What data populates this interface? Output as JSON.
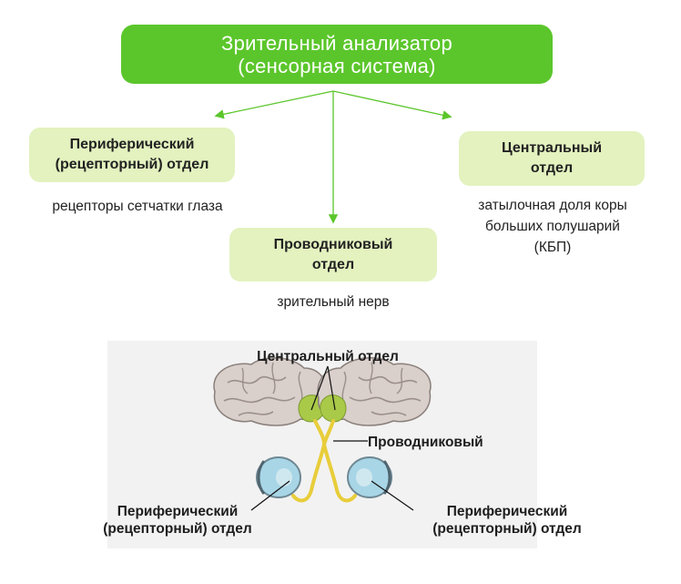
{
  "title": {
    "line1": "Зрительный анализатор",
    "line2": "(сенсорная система)"
  },
  "colors": {
    "accent": "#5bc62b",
    "box_fill": "#e3f2bf",
    "arrow": "#5bc62b",
    "nerve": "#e8cd3a",
    "eye": "#a8d6e6"
  },
  "peripheral": {
    "line1": "Периферический",
    "line2": "(рецепторный) отдел",
    "description": "рецепторы сетчатки глаза"
  },
  "central": {
    "line1": "Центральный",
    "line2": "отдел",
    "description_lines": [
      "затылочная доля коры",
      "больших полушарий",
      "(КБП)"
    ]
  },
  "conductive": {
    "line1": "Проводниковый",
    "line2": "отдел",
    "description": "зрительный нерв"
  },
  "illustration": {
    "label_central": "Центральный отдел",
    "label_conductive": "Проводниковый",
    "label_left_line1": "Периферический",
    "label_left_line2": "(рецепторный) отдел",
    "label_right_line1": "Периферический",
    "label_right_line2": "(рецепторный) отдел"
  }
}
